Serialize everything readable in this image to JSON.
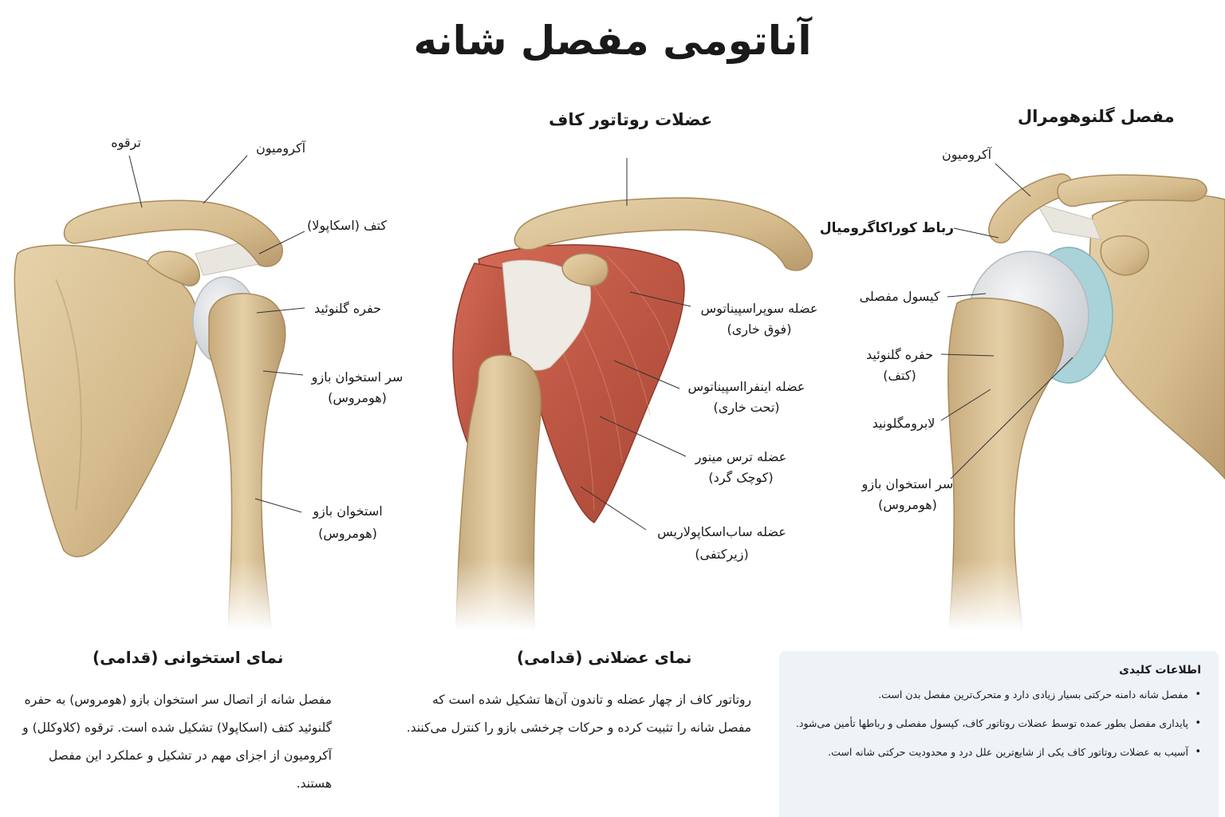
{
  "title": "آناتومی مفصل شانه",
  "panels": {
    "rotator": {
      "title": "عضلات روتاتور کاف"
    },
    "gleno": {
      "title": "مفصل گلنوهومرال"
    }
  },
  "bone_view": {
    "labels": {
      "clavicle": "ترقوه",
      "acromion": "آکرومیون",
      "scapula": "کتف (اسکاپولا)",
      "glenoid": "حفره گلنوئید",
      "humeral_head_1": "سر استخوان بازو",
      "humeral_head_2": "(هومروس)",
      "humerus_1": "استخوان بازو",
      "humerus_2": "(هومروس)"
    },
    "caption": "نمای استخوانی (قدامی)",
    "description_lines": [
      "مفصل شانه از اتصال سر استخوان بازو (هومروس) به حفره",
      "گلنوئید کتف (اسکاپولا) تشکیل شده است. ترقوه (کلاوکلل) و",
      "آکرومیون از اجزای مهم در تشکیل و عملکرد این مفصل هستند."
    ]
  },
  "muscle_view": {
    "labels": {
      "supraspinatus_1": "عضله سوپراسپیناتوس",
      "supraspinatus_2": "(فوق خاری)",
      "infraspinatus_1": "عضله اینفرااسپیناتوس",
      "infraspinatus_2": "(تحت خاری)",
      "teres_1": "عضله ترس مینور",
      "teres_2": "(کوچک گرد)",
      "subscap_1": "عضله ساب‌اسکاپولاریس",
      "subscap_2": "(زیرکتفی)"
    },
    "caption": "نمای عضلانی (قدامی)",
    "description_lines": [
      "روتاتور کاف از چهار عضله و تاندون آن‌ها تشکیل شده است که",
      "مفصل شانه را تثبیت کرده و حرکات چرخشی بازو را کنترل می‌کنند."
    ]
  },
  "joint_view": {
    "labels": {
      "acromion": "آکرومیون",
      "coraco": "رباط کوراکاگرومیال",
      "capsule": "کیسول مفصلی",
      "glenoid_1": "حفره گلنوئید",
      "glenoid_2": "(کتف)",
      "labrum": "لابرومگلونید",
      "head_1": "سر استخوان بازو",
      "head_2": "(هومروس)"
    }
  },
  "info": {
    "title": "اطلاعات کلیدی",
    "items": [
      "مفصل شانه دامنه حرکتی بسیار زیادی دارد و متحرک‌ترین مفصل بدن است.",
      "پایداری مفصل بطور عمده توسط عضلات روتاتور کاف، کپسول مفصلی و رباطها تأمین می‌شود.",
      "آسیب به عضلات روتاتور کاف یکی از شایع‌ترین علل درد و محدودیت حرکتی شانه است."
    ]
  },
  "colors": {
    "bone": "#dcc49a",
    "bone_shade": "#b89a6c",
    "muscle": "#c45a48",
    "tendon": "#eeeae4",
    "cartilage": "#d8dde0",
    "labrum": "#a9d3d9",
    "info_bg": "#eef3f8"
  }
}
